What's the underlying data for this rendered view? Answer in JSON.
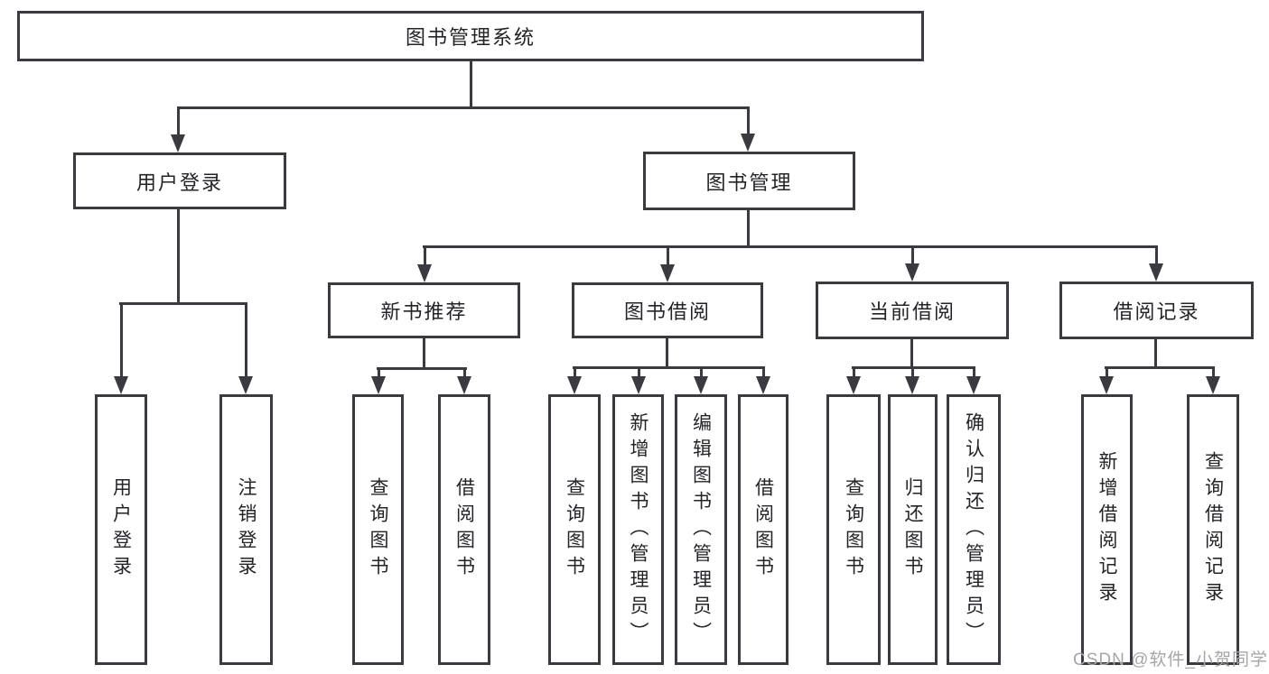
{
  "diagram": {
    "title": "图书管理系统",
    "branches": [
      {
        "label": "用户登录",
        "children": [
          "用户登录",
          "注销登录"
        ]
      },
      {
        "label": "图书管理",
        "sections": [
          {
            "label": "新书推荐",
            "children": [
              "查询图书",
              "借阅图书"
            ]
          },
          {
            "label": "图书借阅",
            "children": [
              "查询图书",
              "新增图书（管理员）",
              "编辑图书（管理员）",
              "借阅图书"
            ]
          },
          {
            "label": "当前借阅",
            "children": [
              "查询图书",
              "归还图书",
              "确认归还（管理员）"
            ]
          },
          {
            "label": "借阅记录",
            "children": [
              "新增借阅记录",
              "查询借阅记录"
            ]
          }
        ]
      }
    ]
  },
  "colors": {
    "line": "#3a3a40",
    "text": "#242428",
    "watermark_text": "#a6a6a6",
    "background": "#ffffff"
  },
  "watermark": "CSDN @软件_小贺同学"
}
